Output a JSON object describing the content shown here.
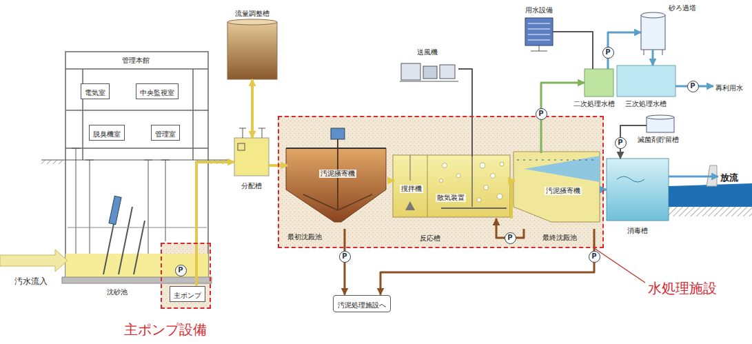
{
  "diagram": {
    "nodes": [
      {
        "text": [
          "管理本館"
        ]
      },
      {
        "text": [
          "電気室"
        ],
        "in": 0
      },
      {
        "text": [
          "中央監視室"
        ],
        "in": 0
      },
      {
        "text": [
          "脱臭機室"
        ],
        "in": 0
      },
      {
        "text": [
          "管理室"
        ],
        "in": 0
      },
      {
        "text": [
          "沈砂池"
        ]
      },
      {
        "text": [
          "主ポンプ設備"
        ]
      },
      {
        "text": [
          "主ポンプ"
        ],
        "in": 6
      },
      {
        "text": [
          "流量調整槽"
        ]
      },
      {
        "text": [
          "分配槽"
        ]
      },
      {
        "text": [
          "水処理施設"
        ]
      },
      {
        "text": [
          "汚泥掻寄機",
          "最初沈殿池"
        ],
        "in": 10
      },
      {
        "text": [
          "撹拌機",
          "散気装置",
          "反応槽"
        ],
        "in": 10
      },
      {
        "text": [
          "汚泥掻寄機",
          "最終沈殿池"
        ],
        "in": 10
      },
      {
        "text": [
          "送風機"
        ]
      },
      {
        "text": [
          "用水設備"
        ]
      },
      {
        "text": [
          "砂ろ過塔"
        ]
      },
      {
        "text": [
          "二次処理水槽"
        ]
      },
      {
        "text": [
          "三次処理水槽"
        ]
      },
      {
        "text": [
          "再利用水"
        ]
      },
      {
        "text": [
          "滅菌剤貯留槽"
        ]
      },
      {
        "text": [
          "消毒槽"
        ]
      },
      {
        "text": [
          "放流"
        ]
      },
      {
        "text": [
          "汚泥処理施設へ"
        ]
      }
    ],
    "edges": [
      {
        "from": 7,
        "to": 9,
        "arrow": "to"
      },
      {
        "from": 9,
        "to": 8,
        "arrow": "both"
      },
      {
        "from": 9,
        "to": 11,
        "arrow": "to"
      },
      {
        "from": 11,
        "to": 12,
        "arrow": "to"
      },
      {
        "from": 12,
        "to": 13,
        "arrow": "to"
      },
      {
        "from": 13,
        "to": 21,
        "arrow": "to"
      },
      {
        "from": 21,
        "to": 22,
        "arrow": "to"
      },
      {
        "from": 14,
        "to": 12,
        "arrow": "none"
      },
      {
        "from": 11,
        "to": 23,
        "arrow": "to"
      },
      {
        "from": 13,
        "to": 12,
        "arrow": "to"
      },
      {
        "from": 13,
        "to": 23,
        "arrow": "to"
      },
      {
        "from": 13,
        "to": 17,
        "arrow": "to"
      },
      {
        "from": 15,
        "to": 17,
        "arrow": "none"
      },
      {
        "from": 17,
        "to": 16,
        "arrow": "to"
      },
      {
        "from": 16,
        "to": 18,
        "arrow": "to"
      },
      {
        "from": 18,
        "to": 19,
        "arrow": "to"
      },
      {
        "from": 20,
        "to": 21,
        "arrow": "to"
      }
    ],
    "labels": [
      "汚水流入",
      "P",
      "P",
      "P",
      "P",
      "P",
      "P",
      "P",
      "P"
    ]
  }
}
